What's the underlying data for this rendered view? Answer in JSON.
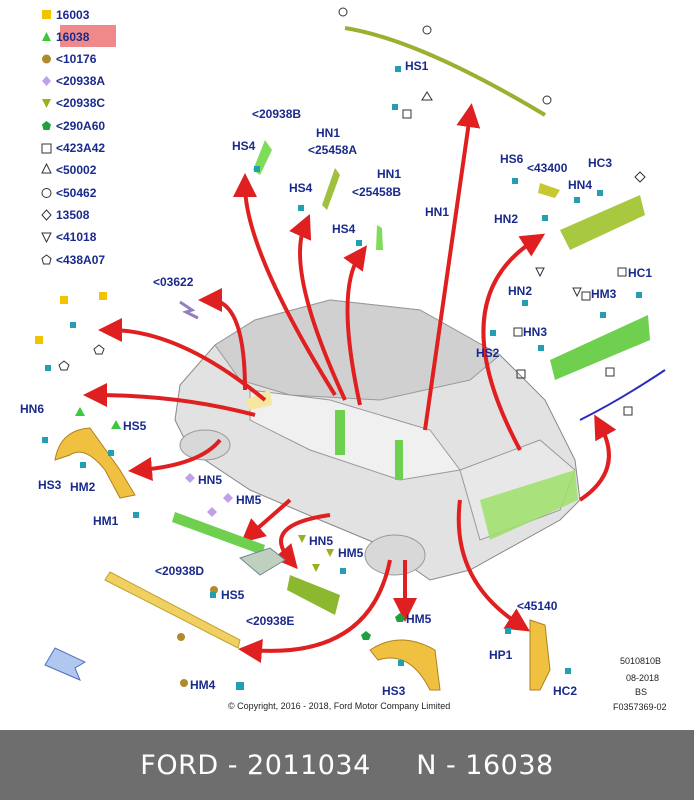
{
  "legend": [
    {
      "symbol": "square-filled-yellow",
      "code": "16003"
    },
    {
      "symbol": "triangle-filled-green",
      "code": "16038",
      "highlight": true
    },
    {
      "symbol": "circle-filled-brown",
      "code": "<10176"
    },
    {
      "symbol": "diamond-filled-lilac",
      "code": "<20938A"
    },
    {
      "symbol": "triangle-down-filled-olive",
      "code": "<20938C"
    },
    {
      "symbol": "pentagon-filled-green",
      "code": "<290A60"
    },
    {
      "symbol": "square-outline",
      "code": "<423A42"
    },
    {
      "symbol": "triangle-outline",
      "code": "<50002"
    },
    {
      "symbol": "circle-outline",
      "code": "<50462"
    },
    {
      "symbol": "diamond-outline",
      "code": "13508"
    },
    {
      "symbol": "triangle-down-outline",
      "code": "<41018"
    },
    {
      "symbol": "pentagon-outline",
      "code": "<438A07"
    }
  ],
  "labels": {
    "hs1": "HS1",
    "hs4a": "HS4",
    "hs4b": "HS4",
    "hs4c": "HS4",
    "p20938b": "<20938B",
    "hn1a": "HN1",
    "p25458a": "<25458A",
    "hn1b": "HN1",
    "p25458b": "<25458B",
    "hn1c": "HN1",
    "p03622": "<03622",
    "hs6": "HS6",
    "p43400": "<43400",
    "hc3": "HC3",
    "hn4": "HN4",
    "hn2a": "HN2",
    "hc1": "HC1",
    "hn2b": "HN2",
    "hm3": "HM3",
    "hn3": "HN3",
    "hs2": "HS2",
    "hn6": "HN6",
    "hs5a": "HS5",
    "hs3a": "HS3",
    "hm2": "HM2",
    "hm1": "HM1",
    "hn5a": "HN5",
    "hm5a": "HM5",
    "hn5b": "HN5",
    "hm5b": "HM5",
    "p20938d": "<20938D",
    "hs5b": "HS5",
    "p20938e": "<20938E",
    "hm5c": "HM5",
    "p45140": "<45140",
    "hp1": "HP1",
    "hc2": "HC2",
    "hm4": "HM4",
    "hs3b": "HS3"
  },
  "copyright": "© Copyright, 2016 - 2018, Ford Motor Company Limited",
  "docinfo": {
    "line1": "5010810B",
    "line2": "08-2018",
    "line3": "BS",
    "line4": "F0357369-02"
  },
  "footer": {
    "brand": "FORD",
    "part_number": "2011034",
    "position": "N - 16038",
    "text": "FORD - 2011034     N - 16038"
  }
}
